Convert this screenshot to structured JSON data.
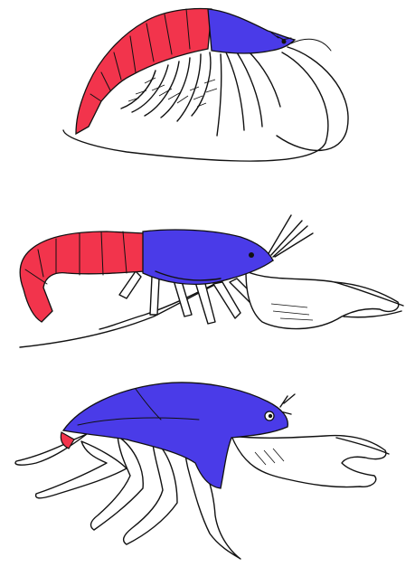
{
  "figure": {
    "panels": [
      {
        "id": "shrimp",
        "depicts": "shrimp",
        "abdomen_color": "#F2344C",
        "cephalothorax_color": "#4A3BE8"
      },
      {
        "id": "crayfish",
        "depicts": "crayfish",
        "abdomen_color": "#F2344C",
        "cephalothorax_color": "#4A3BE8"
      },
      {
        "id": "crab",
        "depicts": "crab",
        "abdomen_color": "#F2344C",
        "cephalothorax_color": "#4A3BE8"
      }
    ],
    "colors": {
      "abdomen": "#F2344C",
      "cephalothorax": "#4A3BE8",
      "ink": "#111111",
      "background": "#FFFFFF"
    }
  }
}
